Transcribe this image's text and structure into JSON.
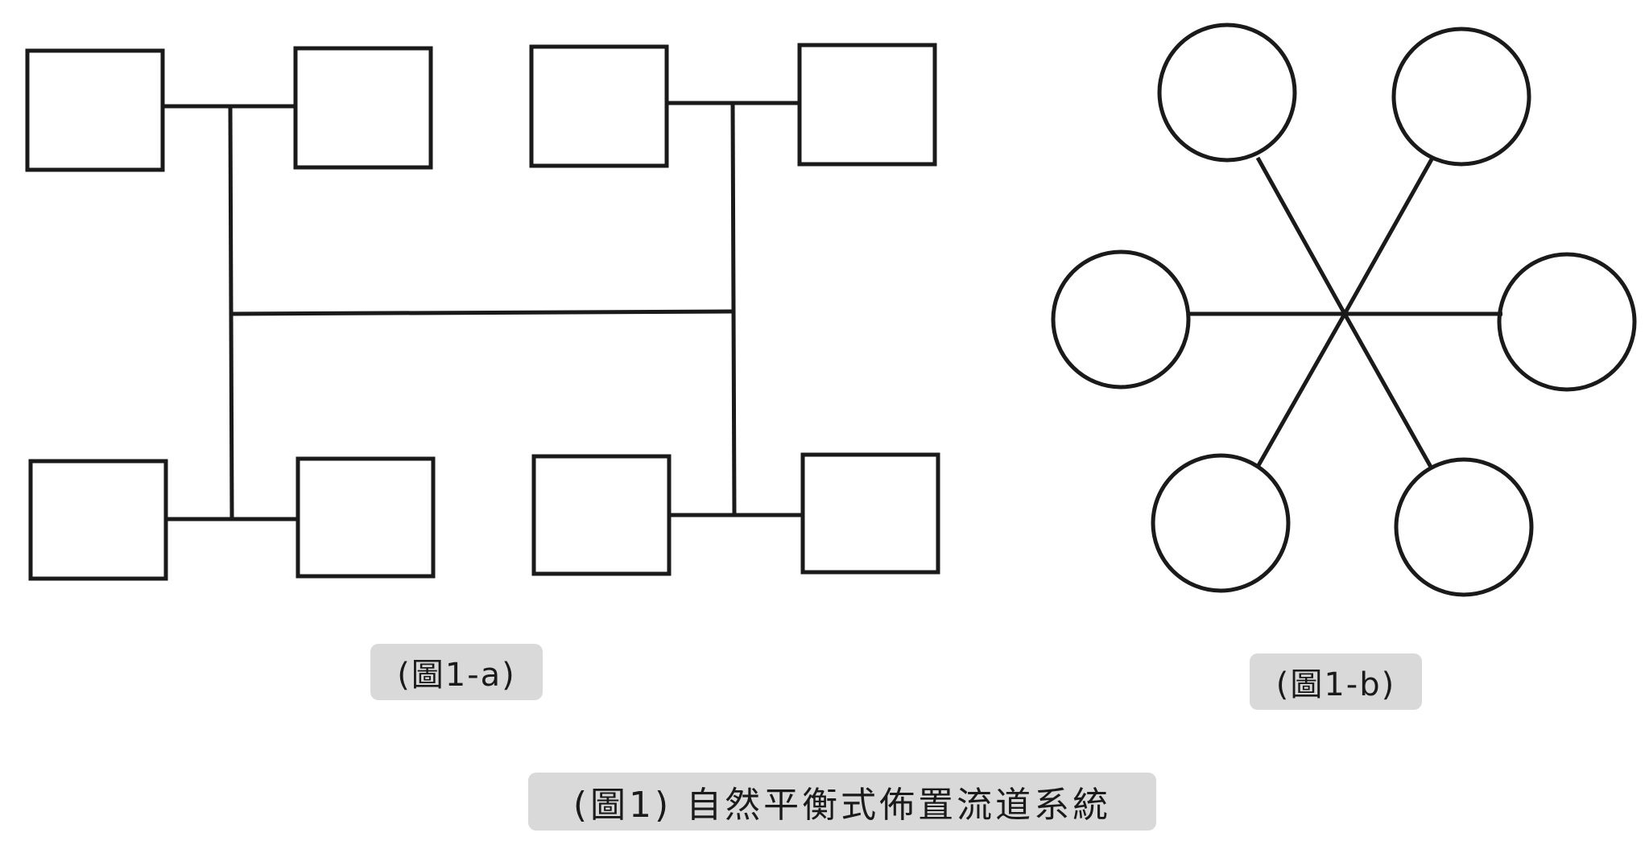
{
  "figure_a": {
    "caption": "(圖1-a)"
  },
  "figure_b": {
    "caption": "(圖1-b)"
  },
  "figure_main": {
    "caption": "(圖1) 自然平衡式佈置流道系統"
  },
  "colors": {
    "stroke": "#1a1a1a",
    "caption_bg": "#d9d9d9",
    "background": "#ffffff"
  }
}
